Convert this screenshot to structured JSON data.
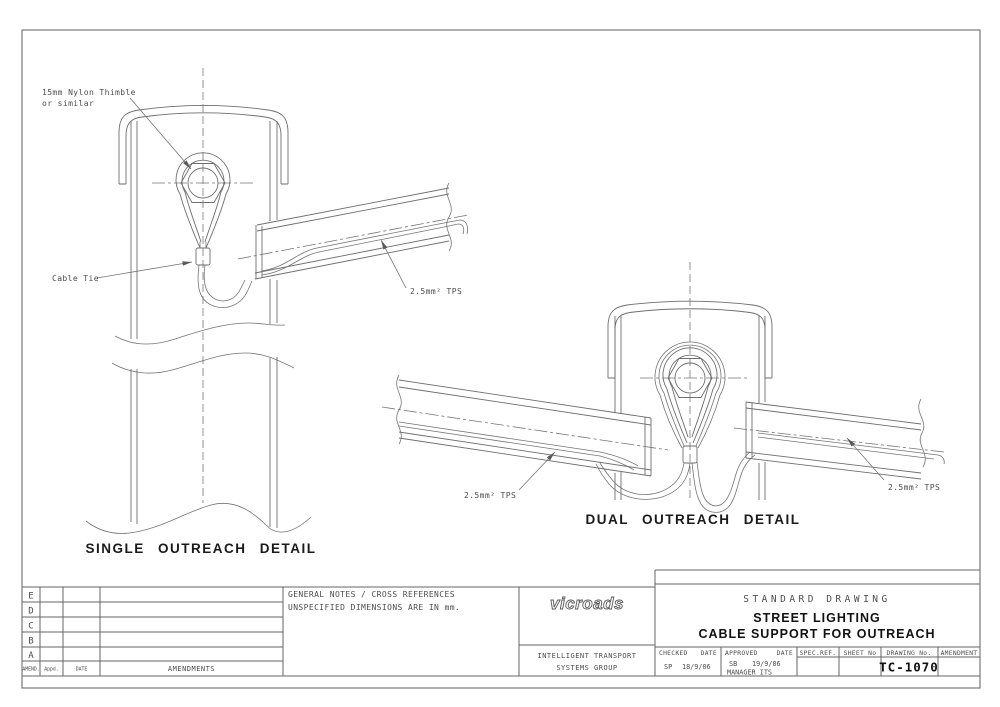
{
  "drawing": {
    "single": {
      "title": "SINGLE OUTREACH DETAIL",
      "thimble_note_line1": "15mm Nylon Thimble",
      "thimble_note_line2": "or similar",
      "cable_tie_label": "Cable Tie",
      "tps_label": "2.5mm² TPS"
    },
    "dual": {
      "title": "DUAL OUTREACH DETAIL",
      "tps_label_left": "2.5mm² TPS",
      "tps_label_right": "2.5mm² TPS"
    }
  },
  "title_block": {
    "amendments": {
      "rows": [
        "E",
        "D",
        "C",
        "B",
        "A"
      ],
      "amend_label": "AMEND.",
      "appd_label": "Appd.",
      "date_label": "DATE",
      "amendments_label": "AMENDMENTS"
    },
    "notes": {
      "line1": "GENERAL NOTES / CROSS REFERENCES",
      "line2": "UNSPECIFIED DIMENSIONS ARE IN mm."
    },
    "org": {
      "logo_text": "vicroads",
      "group_line1": "INTELLIGENT TRANSPORT",
      "group_line2": "SYSTEMS GROUP"
    },
    "titles": {
      "standard": "STANDARD DRAWING",
      "subject_line1": "STREET LIGHTING",
      "subject_line2": "CABLE SUPPORT FOR OUTREACH"
    },
    "approval": {
      "checked_label": "CHECKED",
      "checked_date_label": "DATE",
      "checked_by": "SP",
      "checked_date": "18/9/06",
      "approved_label": "APPROVED",
      "approved_date_label": "DATE",
      "approved_by": "SB",
      "approved_date": "19/9/06",
      "approved_role": "MANAGER ITS",
      "spec_ref_label": "SPEC.REF.",
      "sheet_no_label": "SHEET No",
      "drawing_no_label": "DRAWING No.",
      "drawing_no": "TC-1070",
      "amendment_label": "AMENDMENT"
    }
  },
  "colors": {
    "line": "#6e6e6e",
    "text": "#4d4d4d",
    "bold_text": "#1a1a1a"
  }
}
